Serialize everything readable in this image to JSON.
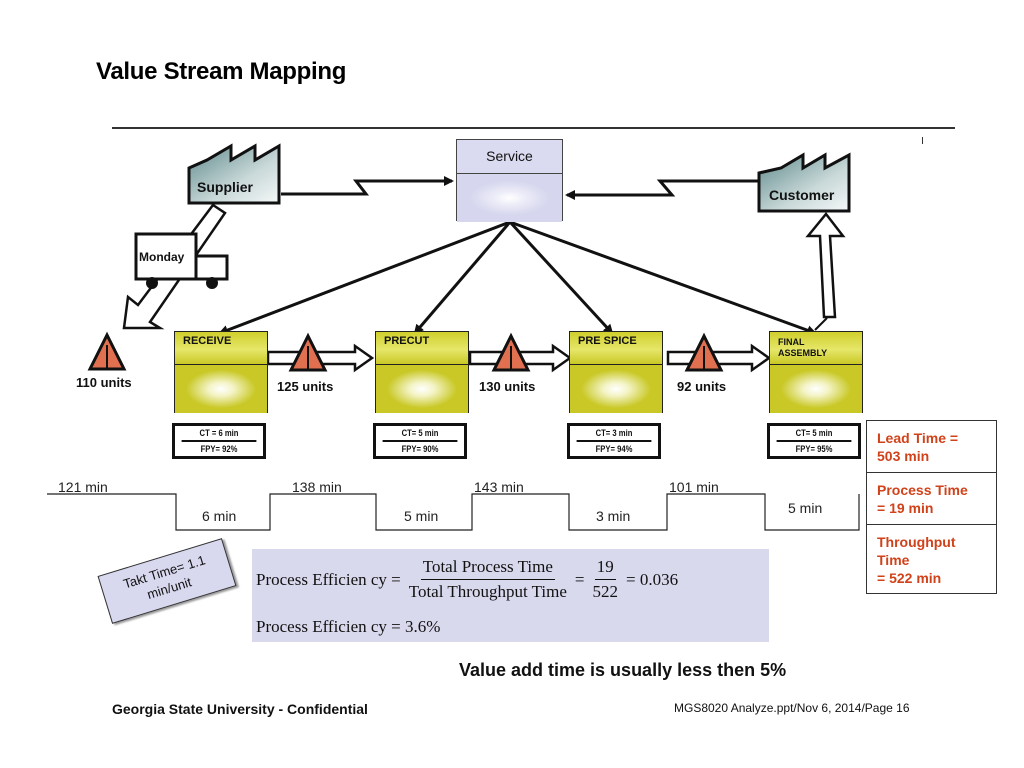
{
  "title": "Value Stream Mapping",
  "colors": {
    "process_fill": "#c9c826",
    "service_fill": "#d6d6ee",
    "inventory_triangle": "#e07050",
    "summary_text": "#d0421a",
    "formula_bg": "#d9d9ee"
  },
  "entities": {
    "supplier": "Supplier",
    "customer": "Customer",
    "service": "Service",
    "truck": "Monday"
  },
  "inventory": [
    {
      "label": "110 units"
    },
    {
      "label": "125 units"
    },
    {
      "label": "130 units"
    },
    {
      "label": "92 units"
    }
  ],
  "processes": [
    {
      "name": "RECEIVE",
      "ct": "CT = 6 min",
      "fpy": "FPY= 92%"
    },
    {
      "name": "PRECUT",
      "ct": "CT= 5 min",
      "fpy": "FPY= 90%"
    },
    {
      "name": "PRE SPICE",
      "ct": "CT= 3 min",
      "fpy": "FPY=  94%"
    },
    {
      "name": "FINAL ASSEMBLY",
      "name_line1": "FINAL",
      "name_line2": "ASSEMBLY",
      "ct": "CT= 5 min",
      "fpy": "FPY=  95%"
    }
  ],
  "timeline": {
    "wait": [
      "121 min",
      "138 min",
      "143 min",
      "101 min"
    ],
    "process": [
      "6 min",
      "5 min",
      "3 min",
      "5 min"
    ]
  },
  "summary": {
    "lead_time": [
      "Lead Time  =",
      "503 min"
    ],
    "process_time": [
      "Process Time",
      "= 19 min"
    ],
    "throughput_time": [
      "Throughput",
      "Time",
      "= 522 min"
    ]
  },
  "takt": [
    "Takt Time= 1.1",
    "min/unit"
  ],
  "formula": {
    "lhs": "Process  Efficien cy =",
    "numerator": "Total Process Time",
    "denominator": "Total Throughput  Time",
    "eq2": "=",
    "num2": "19",
    "den2": "522",
    "result": "= 0.036",
    "line2": "Process  Efficien cy = 3.6%"
  },
  "note": "Value add time is usually less then 5%",
  "footer": {
    "left": "Georgia State University - Confidential",
    "right": "MGS8020 Analyze.ppt/Nov 6, 2014/Page 16"
  }
}
